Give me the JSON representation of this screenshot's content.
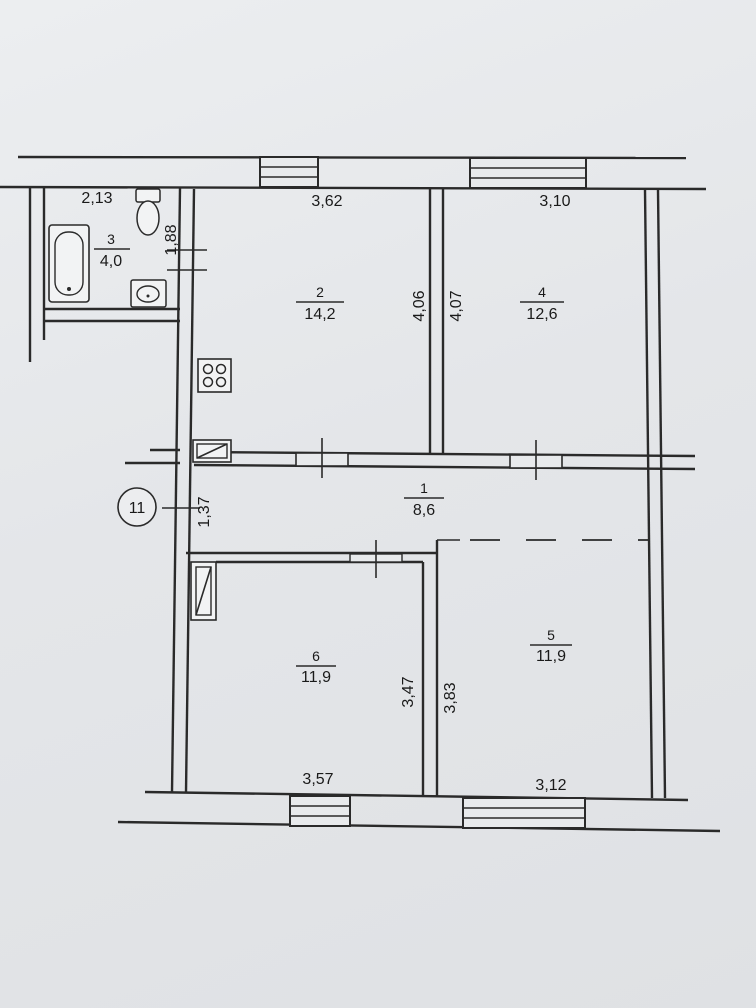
{
  "rooms": [
    {
      "id": "3",
      "number": "3",
      "area": "4,0"
    },
    {
      "id": "2",
      "number": "2",
      "area": "14,2"
    },
    {
      "id": "4",
      "number": "4",
      "area": "12,6"
    },
    {
      "id": "1",
      "number": "1",
      "area": "8,6"
    },
    {
      "id": "6",
      "number": "6",
      "area": "11,9"
    },
    {
      "id": "5",
      "number": "5",
      "area": "11,9"
    }
  ],
  "dimensions": {
    "d_2_13": "2,13",
    "d_3_62": "3,62",
    "d_3_10": "3,10",
    "d_1_88": "1,88",
    "d_4_06": "4,06",
    "d_4_07": "4,07",
    "d_1_37": "1,37",
    "d_3_47": "3,47",
    "d_3_83": "3,83",
    "d_3_57": "3,57",
    "d_3_12": "3,12"
  },
  "axis_marker": "11",
  "fixtures": [
    "bathtub-icon",
    "toilet-icon",
    "sink-icon",
    "stove-icon",
    "ventilation-duct-icon"
  ]
}
